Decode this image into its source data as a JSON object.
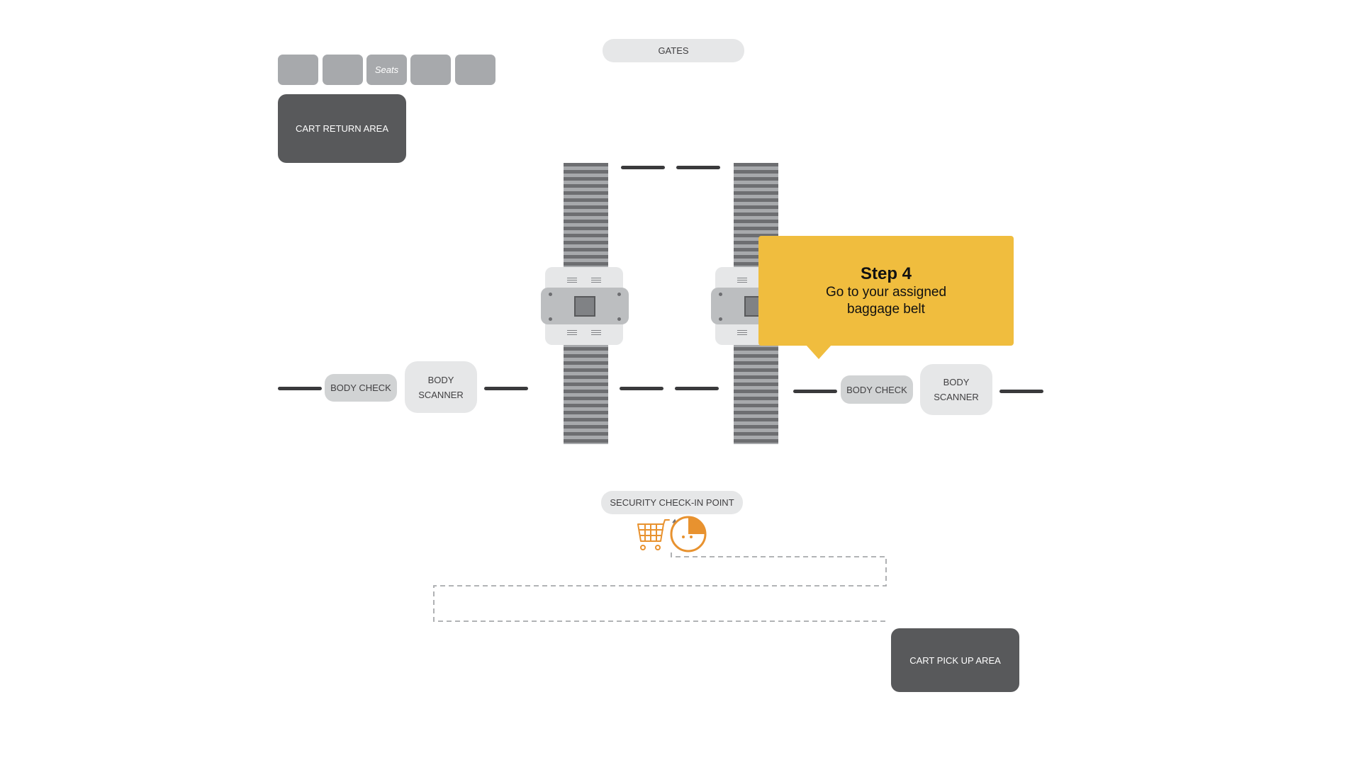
{
  "labels": {
    "gates": "GATES",
    "seats": "Seats",
    "cart_return": "CART RETURN AREA",
    "body_check": "BODY CHECK",
    "body_scanner_line1": "BODY",
    "body_scanner_line2": "SCANNER",
    "security": "SECURITY CHECK-IN POINT",
    "cart_pickup": "CART PICK UP AREA"
  },
  "callout": {
    "title": "Step 4",
    "line1": "Go to your assigned",
    "line2": "baggage belt"
  },
  "icons": [
    "shopping-cart-icon",
    "person-head-icon"
  ],
  "colors": {
    "accent_yellow": "#f0bd3e",
    "icon_orange": "#e8922f",
    "dark_area": "#58595b",
    "belt_dark": "#6d6e71",
    "light_pill": "#e6e7e8"
  }
}
